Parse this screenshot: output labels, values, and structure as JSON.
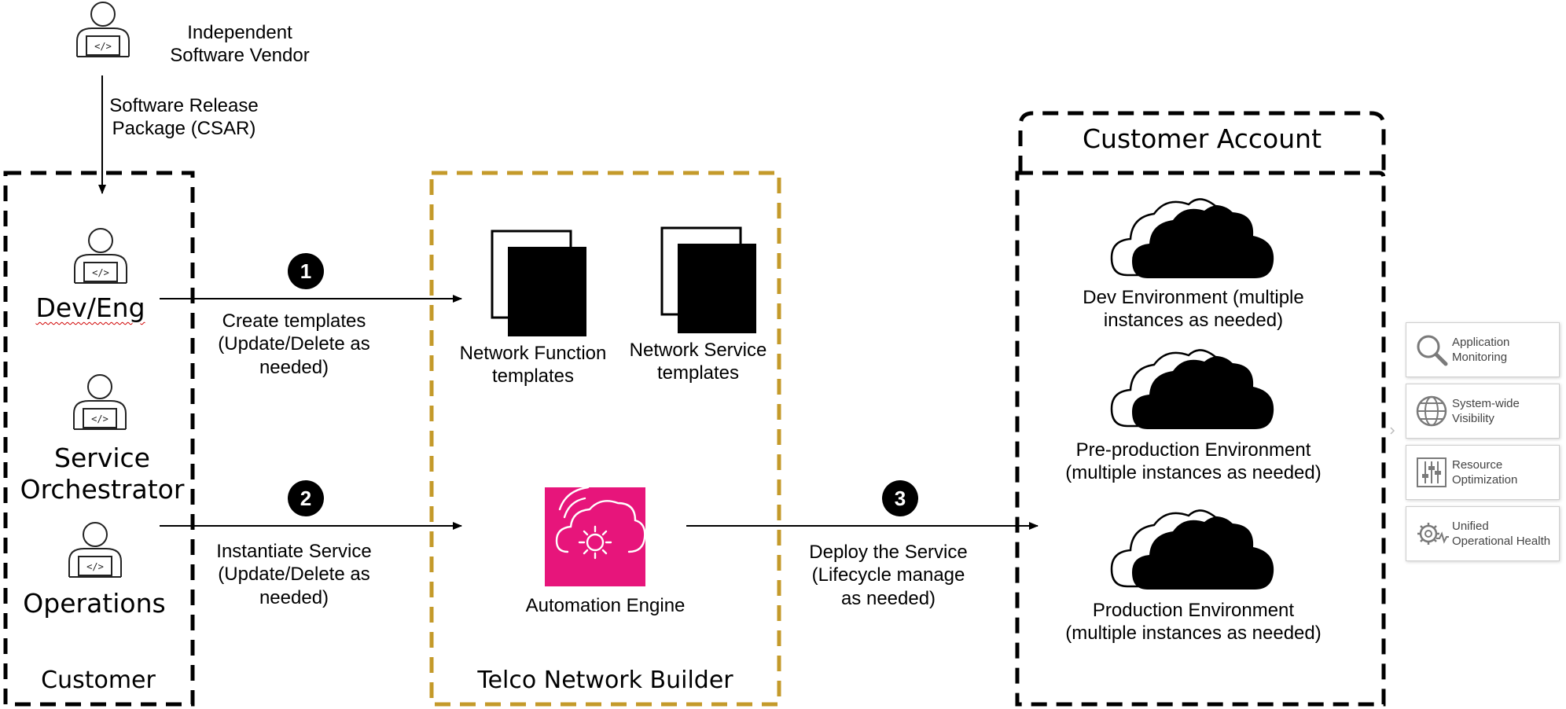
{
  "vendor": {
    "label": "Independent\nSoftware Vendor"
  },
  "release_arrow": {
    "label": "Software Release\nPackage (CSAR)"
  },
  "customer": {
    "title": "Customer",
    "roles": [
      "Dev/Eng",
      "Service\nOrchestrator",
      "Operations"
    ]
  },
  "steps": [
    {
      "number": "1",
      "label": "Create templates\n(Update/Delete as\nneeded)"
    },
    {
      "number": "2",
      "label": "Instantiate Service\n(Update/Delete as\nneeded)"
    },
    {
      "number": "3",
      "label": "Deploy the Service\n(Lifecycle manage\nas needed)"
    }
  ],
  "tnb": {
    "title": "Telco Network Builder",
    "nf_templates": "Network Function\ntemplates",
    "ns_templates": "Network Service\ntemplates",
    "engine": "Automation Engine",
    "border_color": "#c49a2a",
    "engine_color": "#e7157b"
  },
  "account": {
    "title": "Customer Account",
    "environments": [
      "Dev Environment (multiple\ninstances as needed)",
      "Pre-production Environment\n(multiple instances as needed)",
      "Production Environment\n(multiple instances as needed)"
    ]
  },
  "side_panel": [
    {
      "icon": "magnifier-icon",
      "label": "Application\nMonitoring"
    },
    {
      "icon": "globe-icon",
      "label": "System-wide\nVisibility"
    },
    {
      "icon": "sliders-icon",
      "label": "Resource\nOptimization"
    },
    {
      "icon": "gear-health-icon",
      "label": "Unified\nOperational Health"
    }
  ]
}
